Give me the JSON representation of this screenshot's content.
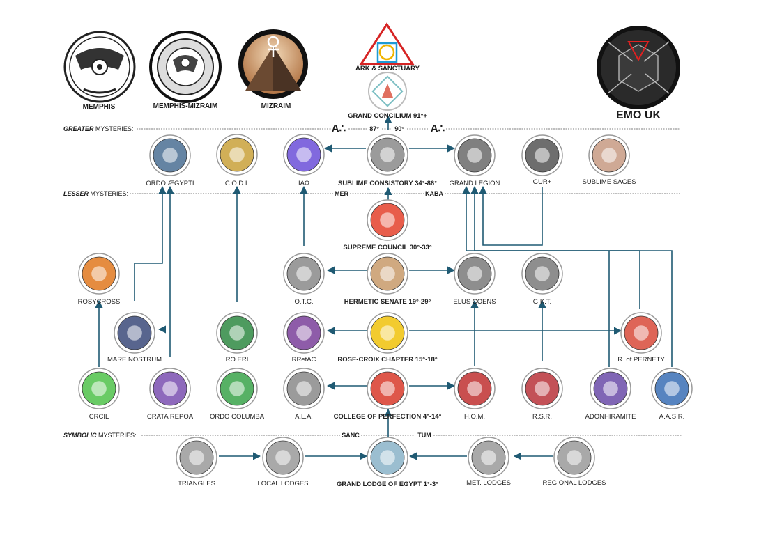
{
  "header": {
    "memphis": "MEMPHIS",
    "memphis_mizraim": "MEMPHIS-MIZRAIM",
    "mizraim": "MIZRAIM",
    "ark": "ARK & SANCTUARY",
    "grand_concilium": "GRAND CONCILIUM 91°+",
    "emo": "EMO UK"
  },
  "tiers": {
    "greater": {
      "italic": "GREATER",
      "rest": " MYSTERIES:"
    },
    "lesser": {
      "italic": "LESSER",
      "rest": " MYSTERIES:"
    },
    "symbolic": {
      "italic": "SYMBOLIC",
      "rest": " MYSTERIES:"
    }
  },
  "markers": {
    "a_left": "A∴",
    "a_right": "A∴",
    "deg87": "87°",
    "deg90": "90°",
    "mer": "MER",
    "kaba": "KABA",
    "sanc": "SANC",
    "tum": "TUM"
  },
  "nodes": [
    {
      "id": "ordo-aegypti",
      "label": "ORDO ÆGYPTI",
      "bold": false,
      "color": "#4a6f93"
    },
    {
      "id": "codi",
      "label": "C.O.D.I.",
      "bold": false,
      "color": "#c9a13a"
    },
    {
      "id": "iao",
      "label": "IAΩ",
      "bold": false,
      "color": "#6b4fd8"
    },
    {
      "id": "sublime-consistory",
      "label": "SUBLIME CONSISTORY 34°-86°",
      "bold": true,
      "color": "#8a8a8a"
    },
    {
      "id": "grand-legion",
      "label": "GRAND LEGION",
      "bold": false,
      "color": "#6a6a6a"
    },
    {
      "id": "gur",
      "label": "GUR+",
      "bold": false,
      "color": "#555555"
    },
    {
      "id": "sublime-sages",
      "label": "SUBLIME SAGES",
      "bold": false,
      "color": "#c79a82"
    },
    {
      "id": "supreme-council",
      "label": "SUPREME COUNCIL 30°-33°",
      "bold": true,
      "color": "#e4412b"
    },
    {
      "id": "rosycross",
      "label": "ROSYCROSS",
      "bold": false,
      "color": "#e0781f"
    },
    {
      "id": "otc",
      "label": "O.T.C.",
      "bold": false,
      "color": "#8a8a8a"
    },
    {
      "id": "hermetic-senate",
      "label": "HERMETIC SENATE 19°-29°",
      "bold": true,
      "color": "#c89a6a"
    },
    {
      "id": "elus-coens",
      "label": "ELUS COENS",
      "bold": false,
      "color": "#7a7a7a"
    },
    {
      "id": "gkt",
      "label": "G.K.T.",
      "bold": false,
      "color": "#7a7a7a"
    },
    {
      "id": "mare-nostrum",
      "label": "MARE NOSTRUM",
      "bold": false,
      "color": "#3b4a7a"
    },
    {
      "id": "ro-eri",
      "label": "RO ERI",
      "bold": false,
      "color": "#2f8a43"
    },
    {
      "id": "rretac",
      "label": "RRetAC",
      "bold": false,
      "color": "#7a3f9a"
    },
    {
      "id": "rose-croix",
      "label": "ROSE-CROIX CHAPTER 15°-18°",
      "bold": true,
      "color": "#f0c20a"
    },
    {
      "id": "r-of-pernety",
      "label": "R. of PERNETY",
      "bold": false,
      "color": "#d84a3a"
    },
    {
      "id": "crcil",
      "label": "CRCIL",
      "bold": false,
      "color": "#4fc24a"
    },
    {
      "id": "crata-repoa",
      "label": "CRATA REPOA",
      "bold": false,
      "color": "#7a4fb0"
    },
    {
      "id": "ordo-columba",
      "label": "ORDO COLUMBA",
      "bold": false,
      "color": "#3aa34a"
    },
    {
      "id": "ala",
      "label": "A.L.A.",
      "bold": false,
      "color": "#8a8a8a"
    },
    {
      "id": "college-perfection",
      "label": "COLLEGE OF PERFECTION 4°-14°",
      "bold": true,
      "color": "#d83a2a"
    },
    {
      "id": "hom",
      "label": "H.O.M.",
      "bold": false,
      "color": "#c03030"
    },
    {
      "id": "rsr",
      "label": "R.S.R.",
      "bold": false,
      "color": "#b8323a"
    },
    {
      "id": "adonhiramite",
      "label": "ADONHIRAMITE",
      "bold": false,
      "color": "#6a4ba8"
    },
    {
      "id": "aasr",
      "label": "A.A.S.R.",
      "bold": false,
      "color": "#3a6fb5"
    },
    {
      "id": "triangles",
      "label": "TRIANGLES",
      "bold": false,
      "color": "#9a9a9a"
    },
    {
      "id": "local-lodges",
      "label": "LOCAL LODGES",
      "bold": false,
      "color": "#9a9a9a"
    },
    {
      "id": "grand-lodge",
      "label": "GRAND LODGE OF EGYPT 1°-3°",
      "bold": true,
      "color": "#8ab3c8"
    },
    {
      "id": "met-lodges",
      "label": "MET. LODGES",
      "bold": false,
      "color": "#9a9a9a"
    },
    {
      "id": "regional-lodges",
      "label": "REGIONAL LODGES",
      "bold": false,
      "color": "#9a9a9a"
    }
  ],
  "colors": {
    "line": "#1f5a73",
    "tier_line": "#555555"
  }
}
